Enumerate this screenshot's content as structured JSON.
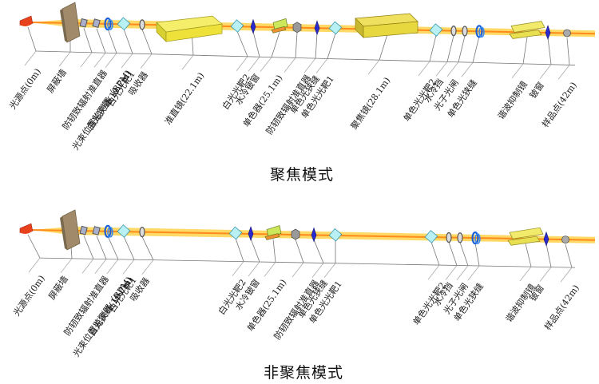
{
  "diagrams": [
    {
      "id": "focus",
      "caption": "聚焦模式",
      "components": [
        {
          "label": "光源点(0m)",
          "type": "source"
        },
        {
          "label": "屏蔽墙",
          "type": "shield-wall"
        },
        {
          "label": "防轫致辐射准直器",
          "type": "collimator-small"
        },
        {
          "label": "光束位置监测器（BPM)",
          "type": "bpm"
        },
        {
          "label": "白光狭缝(19.7m)",
          "type": "slit"
        },
        {
          "label": "白光光靶1",
          "type": "target"
        },
        {
          "label": "吸收器",
          "type": "absorber"
        },
        {
          "label": "准直镜(22.1m)",
          "type": "mirror-big"
        },
        {
          "label": "白光光靶2",
          "type": "target"
        },
        {
          "label": "水冷铍窗",
          "type": "window"
        },
        {
          "label": "单色器(25.1m)",
          "type": "monochromator"
        },
        {
          "label": "防轫致辐射准直器",
          "type": "collimator"
        },
        {
          "label": "单色光狭缝",
          "type": "window"
        },
        {
          "label": "单色光光靶1",
          "type": "target"
        },
        {
          "label": "聚焦镜(28.1m)",
          "type": "mirror-focus"
        },
        {
          "label": "单色光光靶2",
          "type": "target"
        },
        {
          "label": "水冷挡",
          "type": "absorber"
        },
        {
          "label": "光子光闸",
          "type": "absorber"
        },
        {
          "label": "单色光狭缝",
          "type": "slit"
        },
        {
          "label": "谐波抑制镜",
          "type": "harmonic"
        },
        {
          "label": "铍窗",
          "type": "window"
        },
        {
          "label": "样品点(42m)",
          "type": "sample"
        }
      ]
    },
    {
      "id": "nonfocus",
      "caption": "非聚焦模式",
      "components": [
        {
          "label": "光源点(0m)",
          "type": "source"
        },
        {
          "label": "屏蔽墙",
          "type": "shield-wall"
        },
        {
          "label": "防轫致辐射准直器",
          "type": "collimator-small"
        },
        {
          "label": "光束位置监测器（BPM)",
          "type": "bpm"
        },
        {
          "label": "白光狭缝(19.7m)",
          "type": "slit"
        },
        {
          "label": "白光光靶1",
          "type": "target"
        },
        {
          "label": "吸收器",
          "type": "absorber"
        },
        {
          "label": "白光光靶2",
          "type": "target"
        },
        {
          "label": "水冷铍窗",
          "type": "window"
        },
        {
          "label": "单色器(25.1m)",
          "type": "monochromator"
        },
        {
          "label": "防轫致辐射准直器",
          "type": "collimator"
        },
        {
          "label": "单色光狭缝",
          "type": "window"
        },
        {
          "label": "单色光光靶1",
          "type": "target"
        },
        {
          "label": "单色光光靶2",
          "type": "target"
        },
        {
          "label": "水冷挡",
          "type": "absorber"
        },
        {
          "label": "光子光闸",
          "type": "absorber"
        },
        {
          "label": "单色光狭缝",
          "type": "slit"
        },
        {
          "label": "谐波抑制镜",
          "type": "harmonic"
        },
        {
          "label": "铍窗",
          "type": "window"
        },
        {
          "label": "样品点(42m)",
          "type": "sample"
        }
      ]
    }
  ],
  "colors": {
    "beam_outer": "#ffd24a",
    "beam_core": "#ff8a1c",
    "source": "#e8421c",
    "wall": "#a08a6a",
    "mirror": "#eee23a",
    "target": "#b8f0f4",
    "window": "#2a2ad0",
    "absorber": "#8a8a9a",
    "leader": "#777777"
  }
}
